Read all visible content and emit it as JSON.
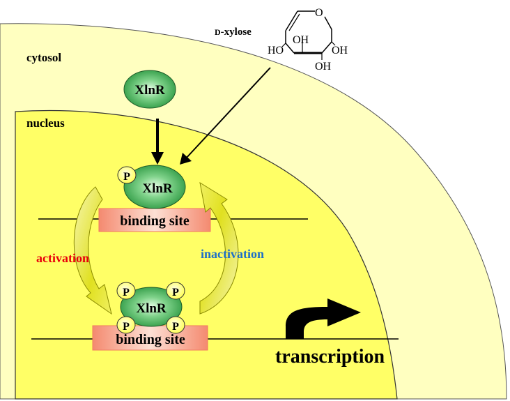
{
  "compartments": {
    "cytosol": "cytosol",
    "nucleus": "nucleus"
  },
  "protein": {
    "name": "XlnR"
  },
  "phosphate": "P",
  "sugar": {
    "label_prefix": "D",
    "label_suffix": "-xylose",
    "ring_oxygen": "O",
    "hydroxyls": [
      "HO",
      "OH",
      "OH",
      "OH"
    ]
  },
  "dna": {
    "binding_site": "binding site"
  },
  "processes": {
    "activation": "activation",
    "inactivation": "inactivation",
    "transcription": "transcription"
  },
  "colors": {
    "cytosol_fill": "#ffffc0",
    "nucleus_fill": "#ffff66",
    "protein_fill": "#2fa04a",
    "phosphate_fill": "#ffff66",
    "binding_site_fill": "#f4a18a",
    "cycle_arrow_fill": "#e6e62a",
    "activation_text": "#e8000b",
    "inactivation_text": "#1e6fc8",
    "transcription_arrow": "#000000"
  }
}
